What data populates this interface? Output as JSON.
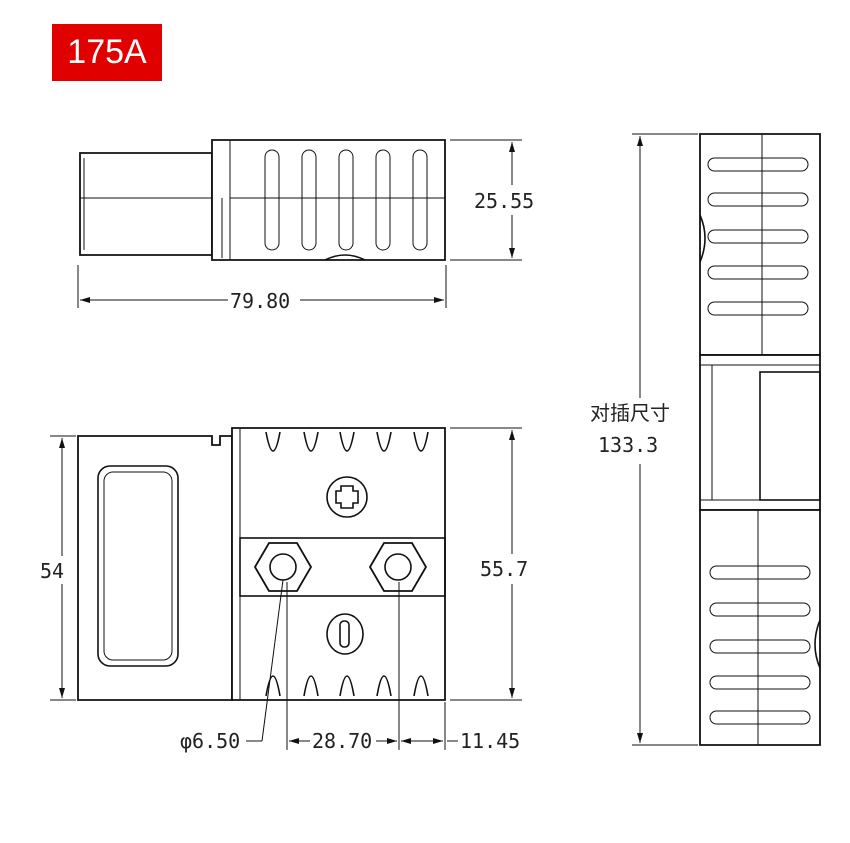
{
  "badge": {
    "label": "175A",
    "color": "#e10000"
  },
  "dimensions": {
    "top_view_height": "25.55",
    "top_view_length": "79.80",
    "front_view_left_height": "54",
    "front_view_right_height": "55.7",
    "hole_diameter": "φ6.50",
    "hole_spacing": "28.70",
    "edge_offset": "11.45",
    "overall_size_label": "对插尺寸",
    "overall_size_value": "133.3"
  }
}
